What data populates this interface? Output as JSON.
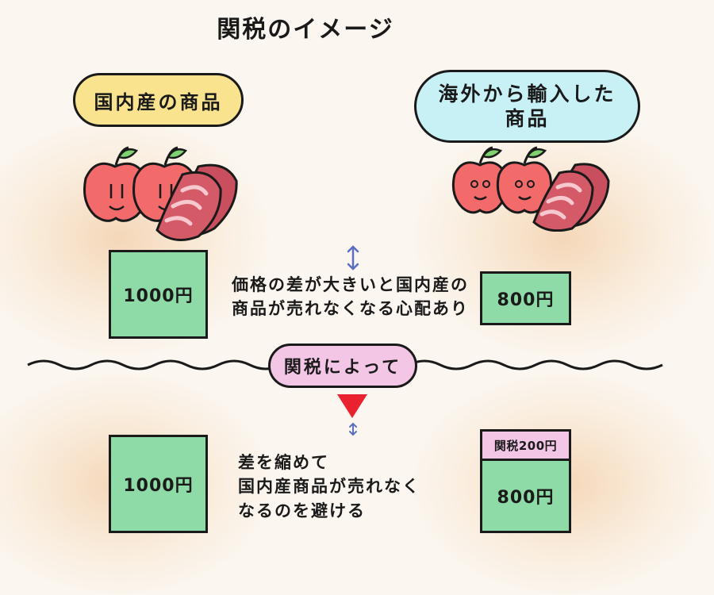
{
  "title": "関税のイメージ",
  "domestic": {
    "label": "国内産の商品",
    "price_before": "1000円",
    "price_after": "1000円"
  },
  "imported": {
    "label_lines": [
      "海外から輸入した",
      "商品"
    ],
    "price_before": "800円",
    "price_after": "800円",
    "tariff_tag": "関税200円"
  },
  "note_top_lines": [
    "価格の差が大きいと国内産の",
    "商品が売れなくなる心配あり"
  ],
  "tariff_bubble": "関税によって",
  "note_bottom_lines": [
    "差を縮めて",
    "国内産商品が売れなく",
    "なるのを避ける"
  ],
  "colors": {
    "domestic_bubble": "#f9e38e",
    "imported_bubble": "#c8f1f6",
    "tariff_bubble": "#f4c6e6",
    "price_box": "#8edba7",
    "arrow": "#e8232f",
    "gap_arrow": "#5a6fc4"
  },
  "icons": [
    "apple-icon",
    "meat-icon",
    "double-arrow-icon",
    "down-triangle-icon",
    "wavy-divider"
  ]
}
